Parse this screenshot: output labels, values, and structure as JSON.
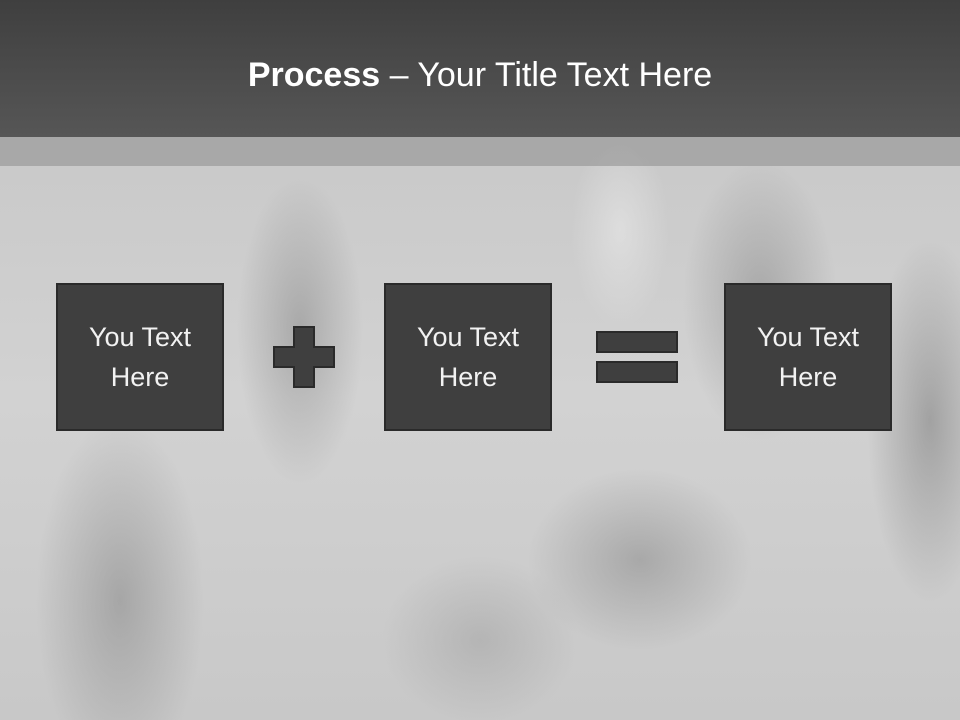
{
  "title": {
    "bold": "Process",
    "rest": " – Your Title Text Here"
  },
  "boxes": [
    {
      "line1": "You Text",
      "line2": "Here"
    },
    {
      "line1": "You Text",
      "line2": "Here"
    },
    {
      "line1": "You Text",
      "line2": "Here"
    }
  ],
  "operators": {
    "first": "plus-icon",
    "second": "equals-icon"
  },
  "colors": {
    "header": "#4a4a4a",
    "box": "#3f3f3f",
    "box_border": "#2a2a2a",
    "text": "#ffffff"
  }
}
